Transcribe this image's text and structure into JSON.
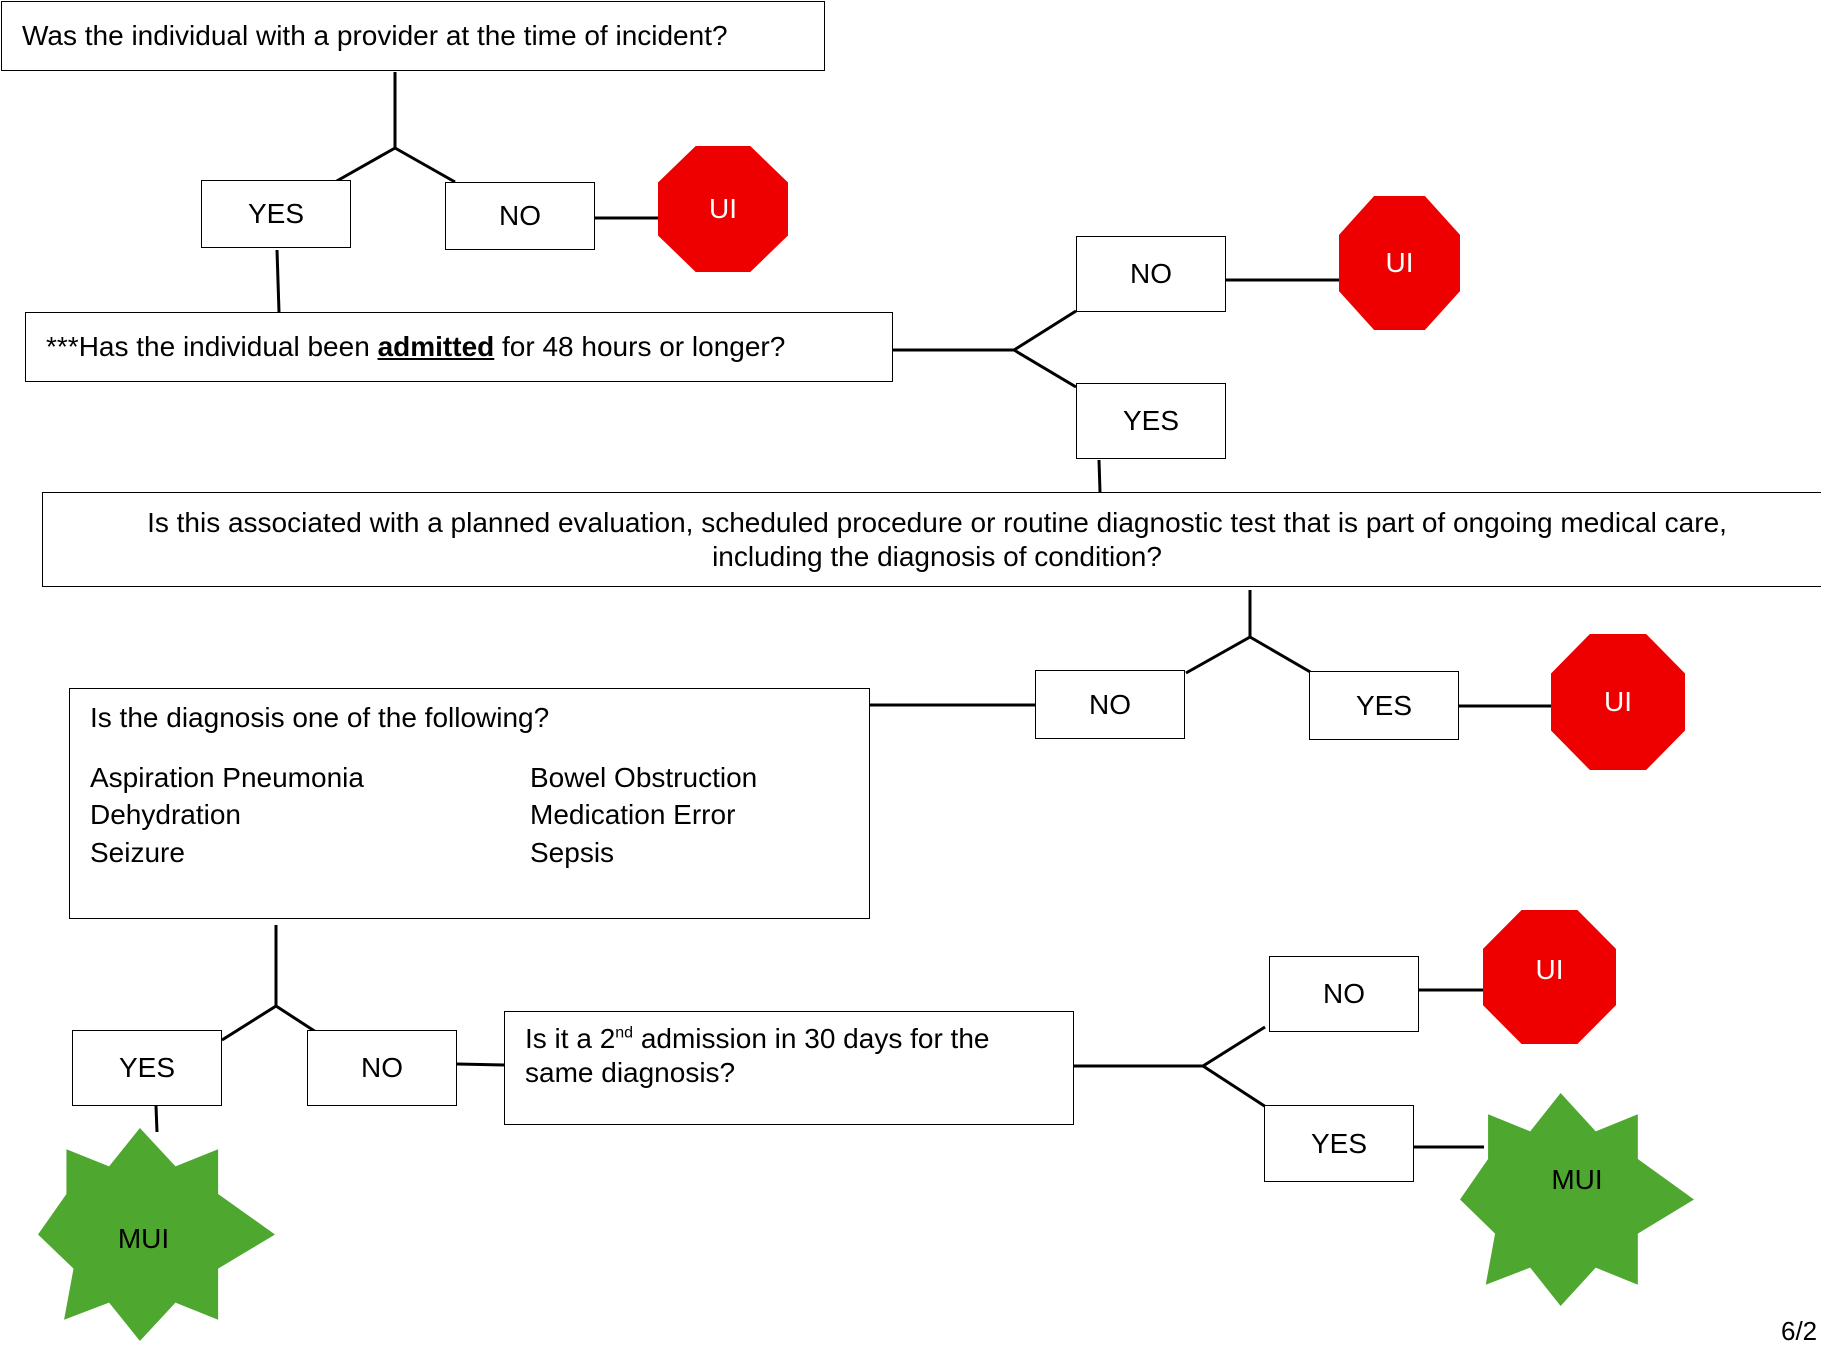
{
  "questions": {
    "q1": "Was the individual with a provider at the time of incident?",
    "q2_prefix": "***Has the individual been ",
    "q2_emphasis": "admitted",
    "q2_suffix": " for 48 hours or longer?",
    "q3": "Is this associated with a planned evaluation, scheduled procedure or routine diagnostic test that is part of ongoing medical care, including the diagnosis of condition?",
    "q4": "Is the diagnosis one of the following?",
    "q5_prefix": "Is it a 2",
    "q5_sup": "nd",
    "q5_suffix": " admission in 30 days for the same diagnosis?"
  },
  "diagnoses": [
    "Aspiration Pneumonia",
    "Bowel Obstruction",
    "Dehydration",
    "Medication Error",
    "Seizure",
    "Sepsis"
  ],
  "answers": {
    "yes": "YES",
    "no": "NO"
  },
  "outcomes": {
    "ui": "UI",
    "mui": "MUI"
  },
  "colors": {
    "ui": "#ee0000",
    "mui": "#4ea72e",
    "line": "#000000"
  },
  "page_number": "6/2"
}
